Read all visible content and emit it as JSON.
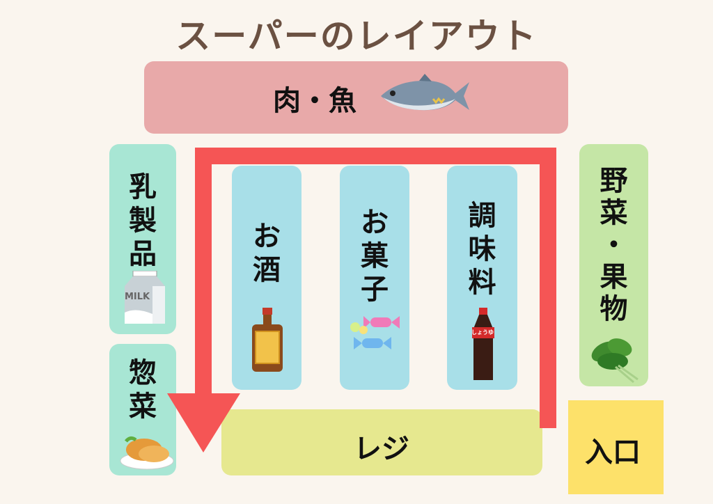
{
  "title": "スーパーのレイアウト",
  "sections": {
    "meat_fish": {
      "label": "肉・魚",
      "color": "#e8a9a9",
      "icon": "fish-icon"
    },
    "dairy": {
      "label": [
        "乳",
        "製",
        "品"
      ],
      "color": "#a8e6d4",
      "icon": "milk-carton-icon",
      "icon_text": "MILK"
    },
    "deli": {
      "label": [
        "惣",
        "菜"
      ],
      "color": "#a8e6d4",
      "icon": "croquette-icon"
    },
    "alcohol": {
      "label": [
        "お",
        "酒"
      ],
      "color": "#a8dfe8",
      "icon": "bottle-icon"
    },
    "snacks": {
      "label": [
        "お",
        "菓",
        "子"
      ],
      "color": "#a8dfe8",
      "icon": "candy-icon"
    },
    "seasoning": {
      "label": [
        "調",
        "味",
        "料"
      ],
      "color": "#a8dfe8",
      "icon": "soy-sauce-icon",
      "icon_text": "しょうゆ"
    },
    "produce": {
      "label": [
        "野",
        "菜",
        "・",
        "果",
        "物"
      ],
      "color": "#c5e6a6",
      "icon": "spinach-icon"
    },
    "register": {
      "label": "レジ",
      "color": "#e6e88f"
    },
    "entrance": {
      "label": "入口",
      "color": "#fde16a"
    }
  },
  "route_color": "#f55555"
}
